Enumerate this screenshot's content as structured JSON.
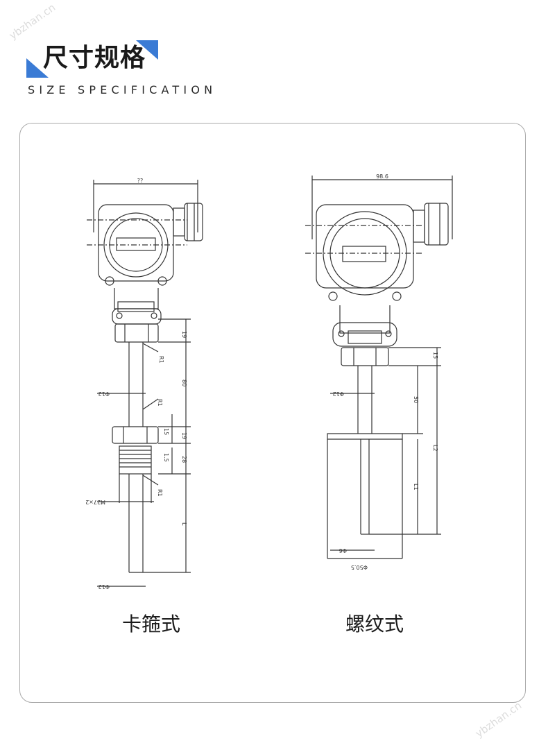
{
  "header": {
    "title": "尺寸规格",
    "subtitle": "SIZE SPECIFICATION"
  },
  "drawings": [
    {
      "caption": "卡箍式",
      "labels": {
        "top_width": "??",
        "d19a": "19",
        "d80": "80",
        "d15": "15",
        "d19b": "19",
        "d28": "28",
        "d1_5": "1.5",
        "L": "L",
        "phi12_upper": "Φ12",
        "phi12_lower": "Φ12",
        "m27": "M27×2",
        "r1a": "R1",
        "r1b": "R1",
        "r1c": "R1"
      }
    },
    {
      "caption": "螺纹式",
      "labels": {
        "top_width": "98.6",
        "d15": "15",
        "d50": "50",
        "L2": "L2",
        "L1": "L1",
        "phi12": "Φ12",
        "phi6": "Φ6",
        "phi50_5": "Φ50.5"
      }
    }
  ],
  "colors": {
    "accent": "#3a7bd5",
    "line": "#333333",
    "border": "#a9a9a9"
  }
}
